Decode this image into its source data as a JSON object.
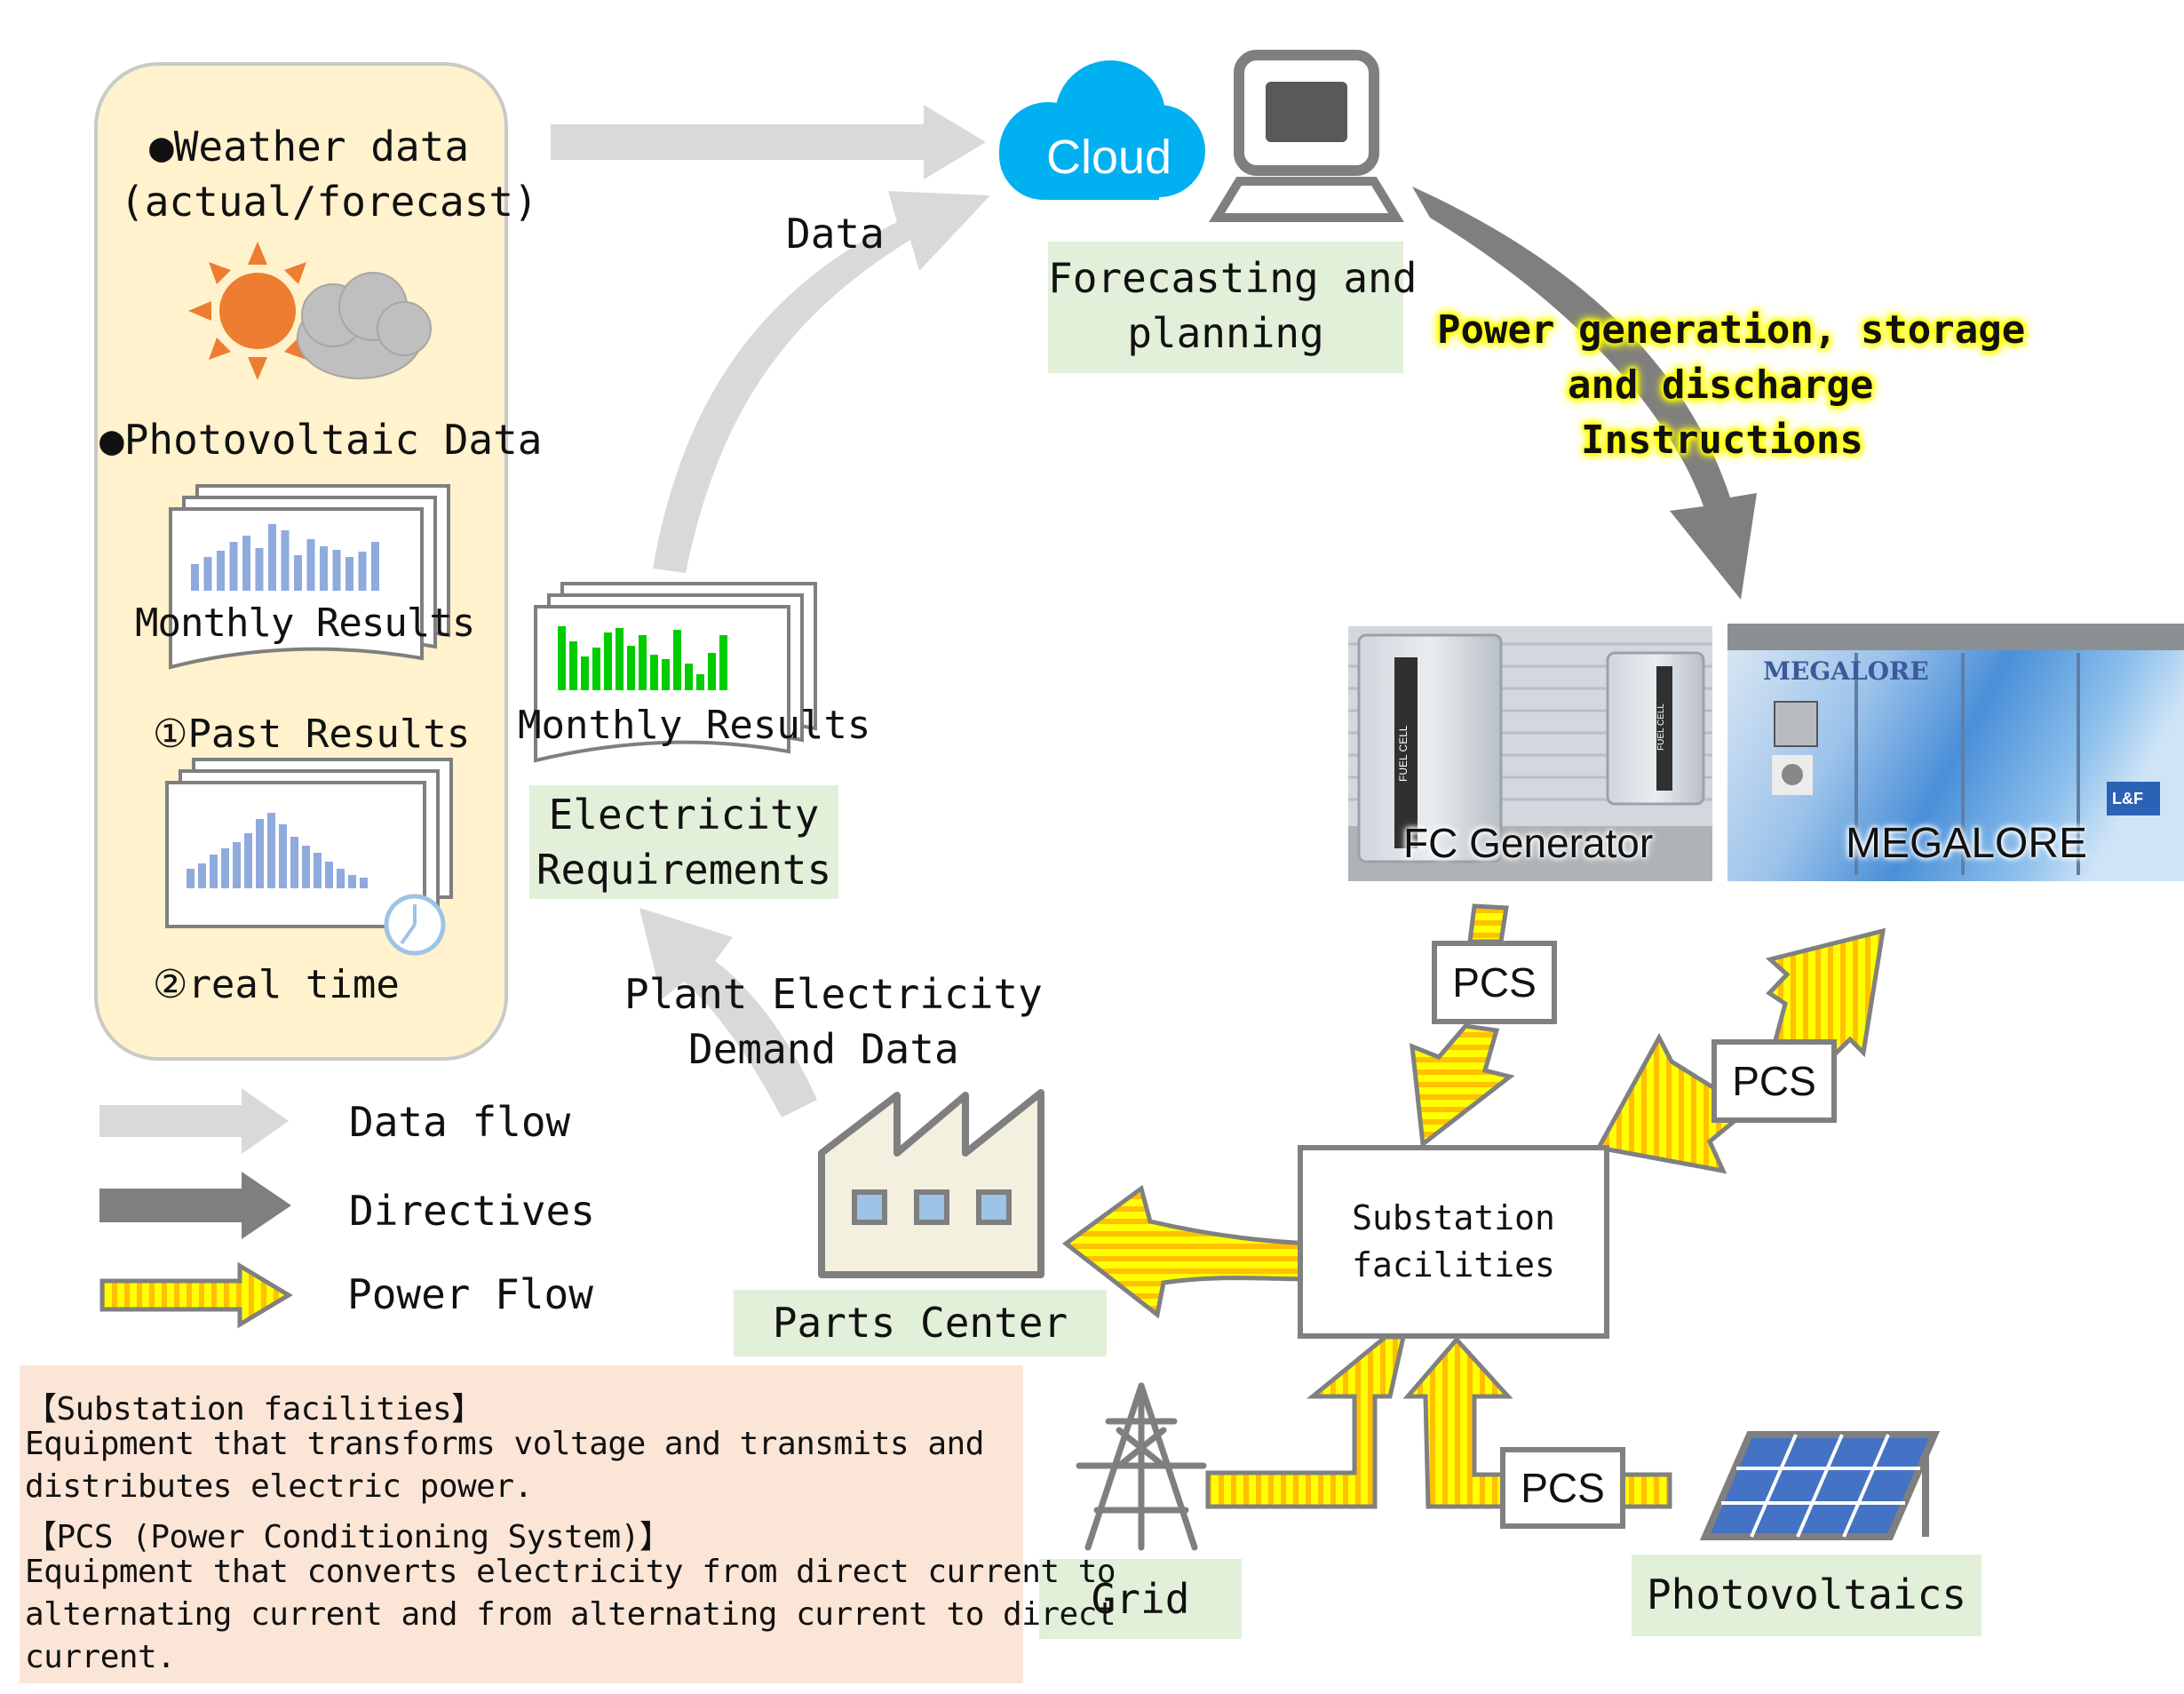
{
  "weather": {
    "line1": "●Weather data",
    "line2": "(actual/forecast)",
    "pv_title": "●Photovoltaic Data",
    "monthly_results": "Monthly Results",
    "past_results": "①Past Results",
    "real_time": "②real time"
  },
  "cloud": {
    "label": "Cloud"
  },
  "forecasting": {
    "line1": "Forecasting and",
    "line2": "planning"
  },
  "data_label": "Data",
  "instructions": {
    "line1": "Power generation, storage",
    "line2": "and discharge",
    "line3": "Instructions"
  },
  "electricity": {
    "monthly_results": "Monthly  Results",
    "line1": "Electricity",
    "line2": "Requirements"
  },
  "plant_demand": {
    "line1": "Plant Electricity",
    "line2": "Demand Data"
  },
  "photos": {
    "fc_generator": "FC Generator",
    "megalore": "MEGALORE",
    "megalore_logo": "MEGALORE",
    "fuel_cell_text": "FUEL CELL",
    "lf_text": "L&F"
  },
  "pcs": {
    "top": "PCS",
    "right": "PCS",
    "bottom": "PCS"
  },
  "substation": {
    "line1": "Substation",
    "line2": "facilities"
  },
  "parts_center": "Parts Center",
  "grid": "Grid",
  "photovoltaics": "Photovoltaics",
  "legend": {
    "data_flow": "Data flow",
    "directives": "Directives",
    "power_flow": "Power Flow"
  },
  "notes": {
    "l1": "【Substation facilities】",
    "l2": "Equipment that transforms voltage and transmits and",
    "l3": "distributes electric power.",
    "l4": "【PCS (Power Conditioning System)】",
    "l5": "Equipment that converts electricity from direct current to",
    "l6": "alternating current and from alternating current to direct",
    "l7": "current."
  },
  "colors": {
    "panel_bg": "#fff2cc",
    "green_box": "#e2efd9",
    "note_bg": "#fbe5d6",
    "cloud": "#00b0f0",
    "power": "#ffff00",
    "data_arrow": "#d9d9d9",
    "directive_arrow": "#7f7f7f",
    "bars_blue": "#8faadc",
    "bars_green": "#00cc00"
  }
}
